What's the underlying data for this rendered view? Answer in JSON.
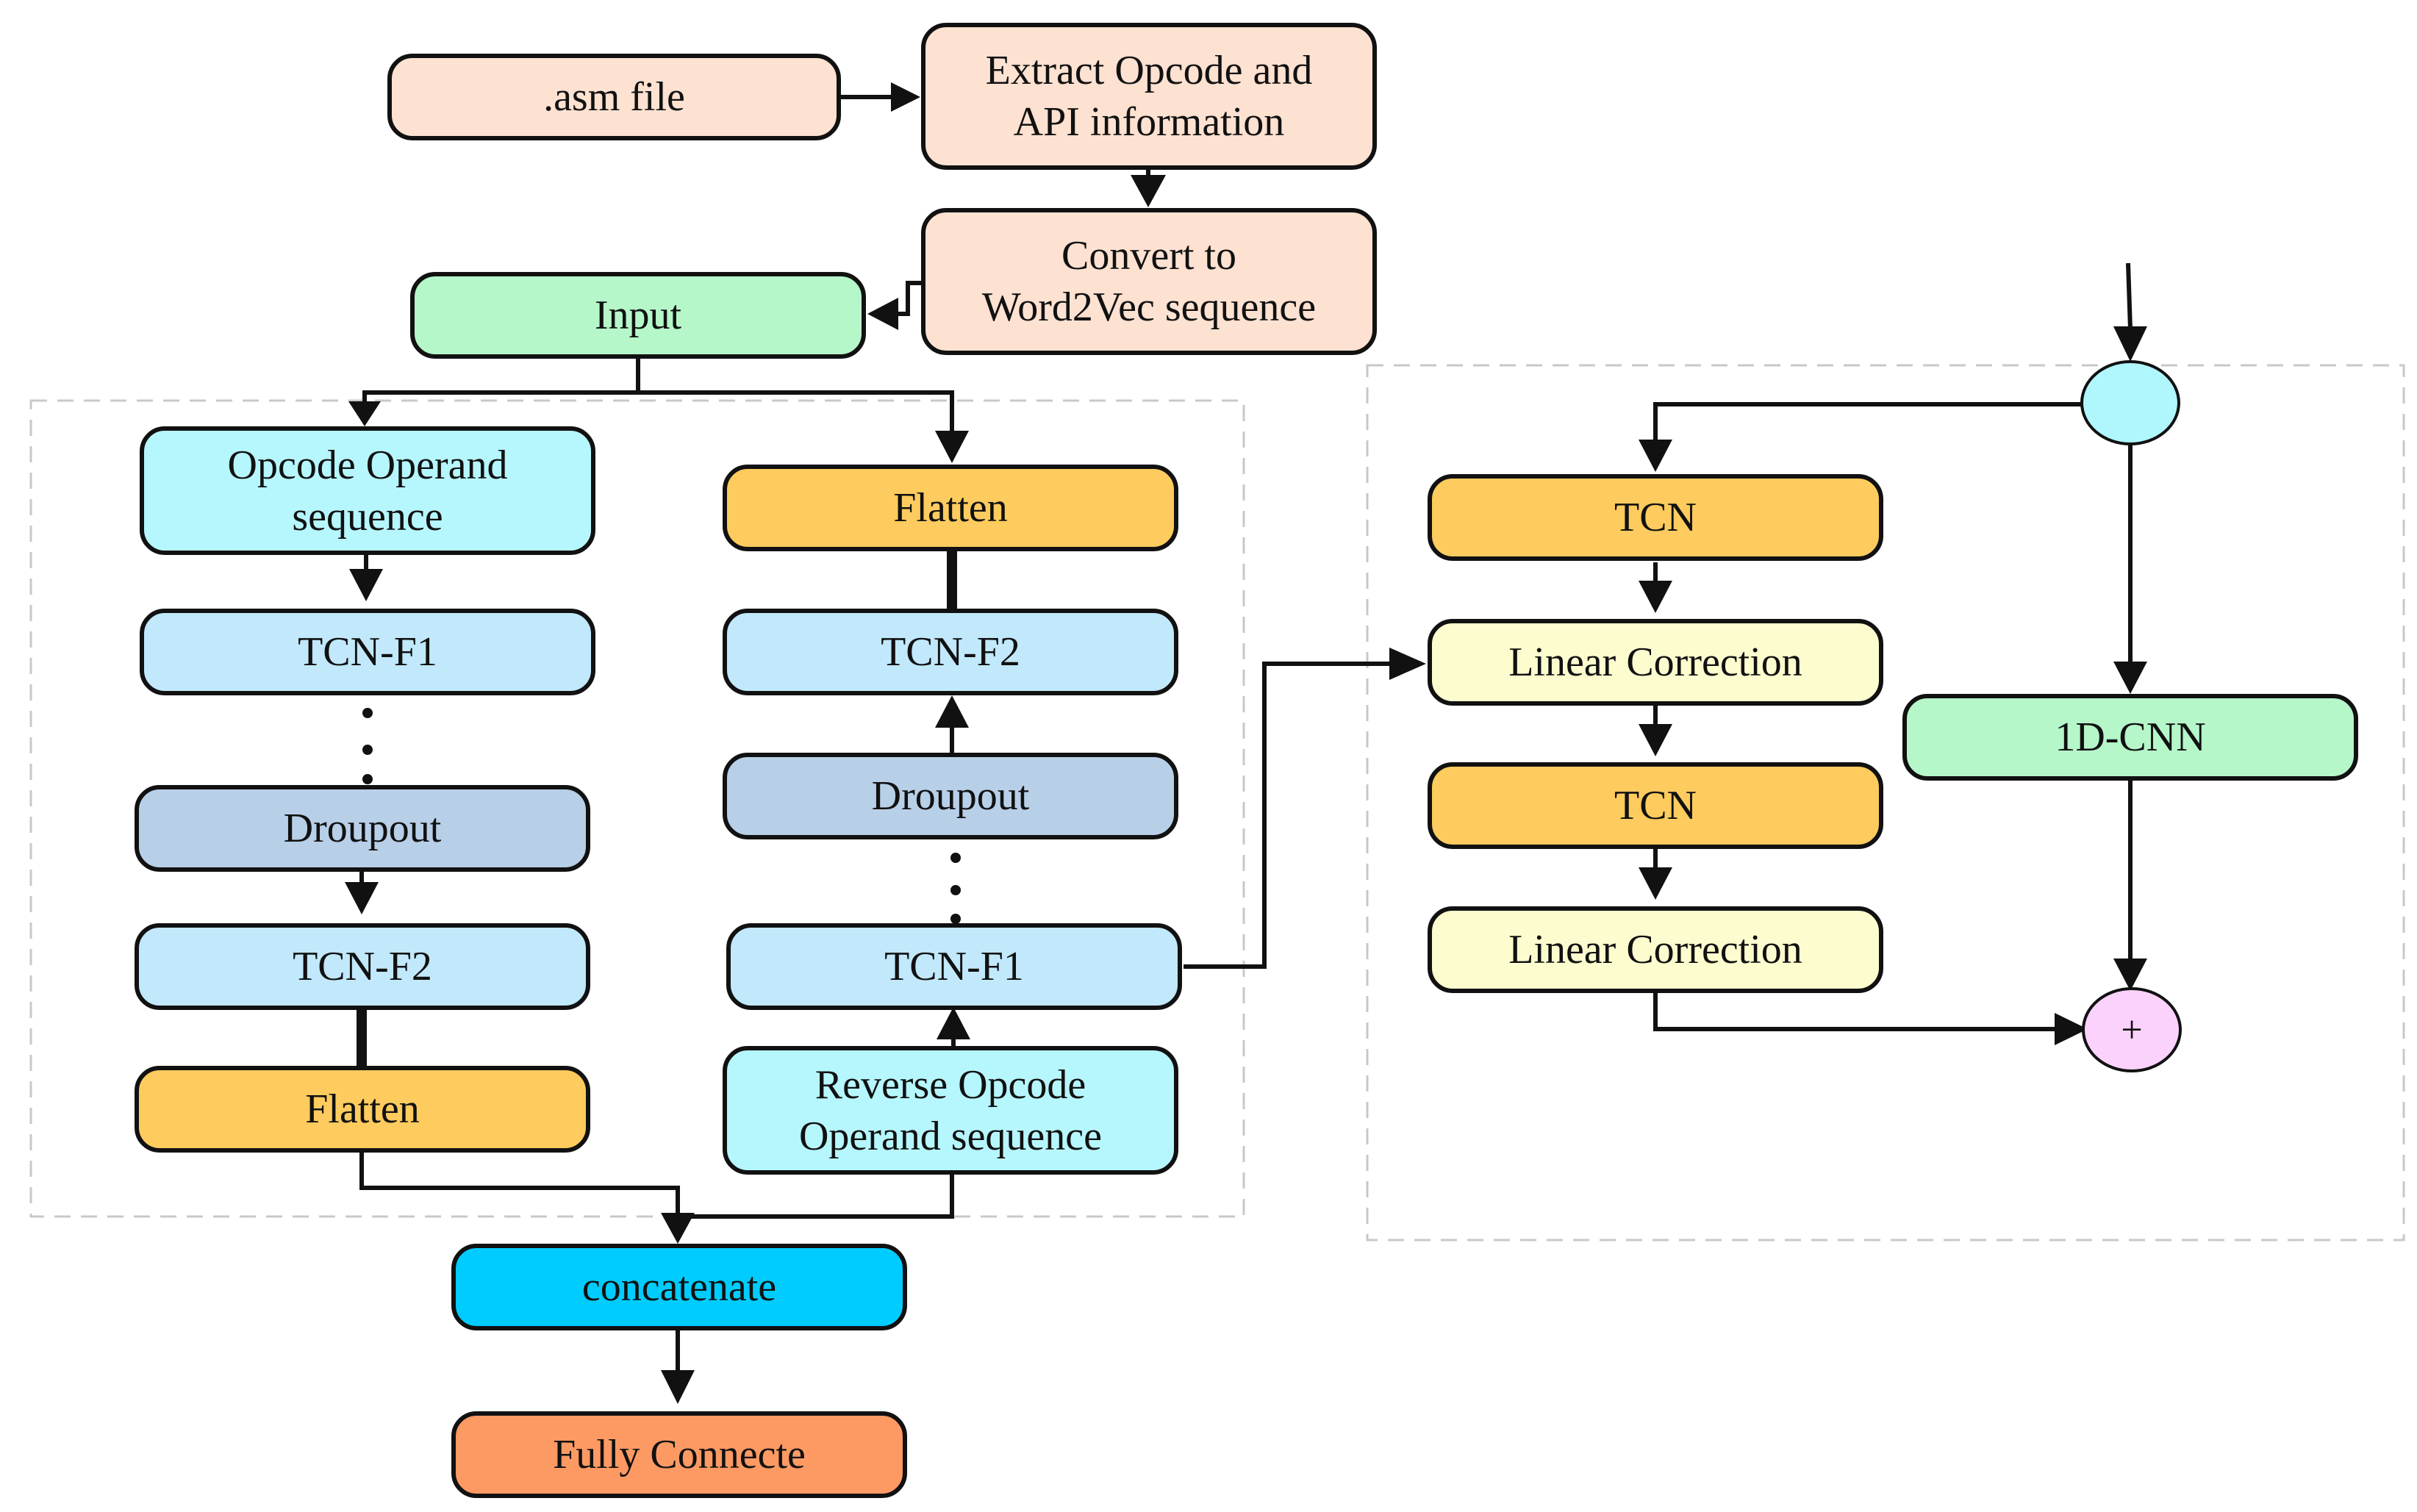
{
  "colors": {
    "peach": "#fde1d1",
    "mint": "#b5f7c9",
    "cyan_light": "#b6f6fd",
    "blue_light": "#c1e8fb",
    "steel_blue": "#b8cfe8",
    "orange": "#fdcb5e",
    "light_yellow": "#fdfccf",
    "cyan_bright": "#00ccff",
    "salmon": "#fd9a64",
    "pink": "#fbd2fb",
    "circle_cyan": "#b0f6fd",
    "line": "#111111",
    "dashed_border": "#c8c8c8"
  },
  "nodes": {
    "asm_file": ".asm file",
    "extract": "Extract Opcode and\nAPI information",
    "convert": "Convert to\nWord2Vec sequence",
    "input": "Input",
    "opcode_seq": "Opcode Operand\nsequence",
    "left_tcn_f1": "TCN-F1",
    "left_dropout": "Droupout",
    "left_tcn_f2": "TCN-F2",
    "left_flatten": "Flatten",
    "right_flatten": "Flatten",
    "right_tcn_f2": "TCN-F2",
    "right_dropout": "Droupout",
    "right_tcn_f1": "TCN-F1",
    "reverse_seq": "Reverse Opcode\nOperand sequence",
    "concatenate": "concatenate",
    "fully_connected": "Fully Connecte",
    "tcn_top": "TCN",
    "linear_correction_1": "Linear Correction",
    "tcn_bottom": "TCN",
    "linear_correction_2": "Linear Correction",
    "cnn_1d": "1D-CNN",
    "plus": "+"
  }
}
